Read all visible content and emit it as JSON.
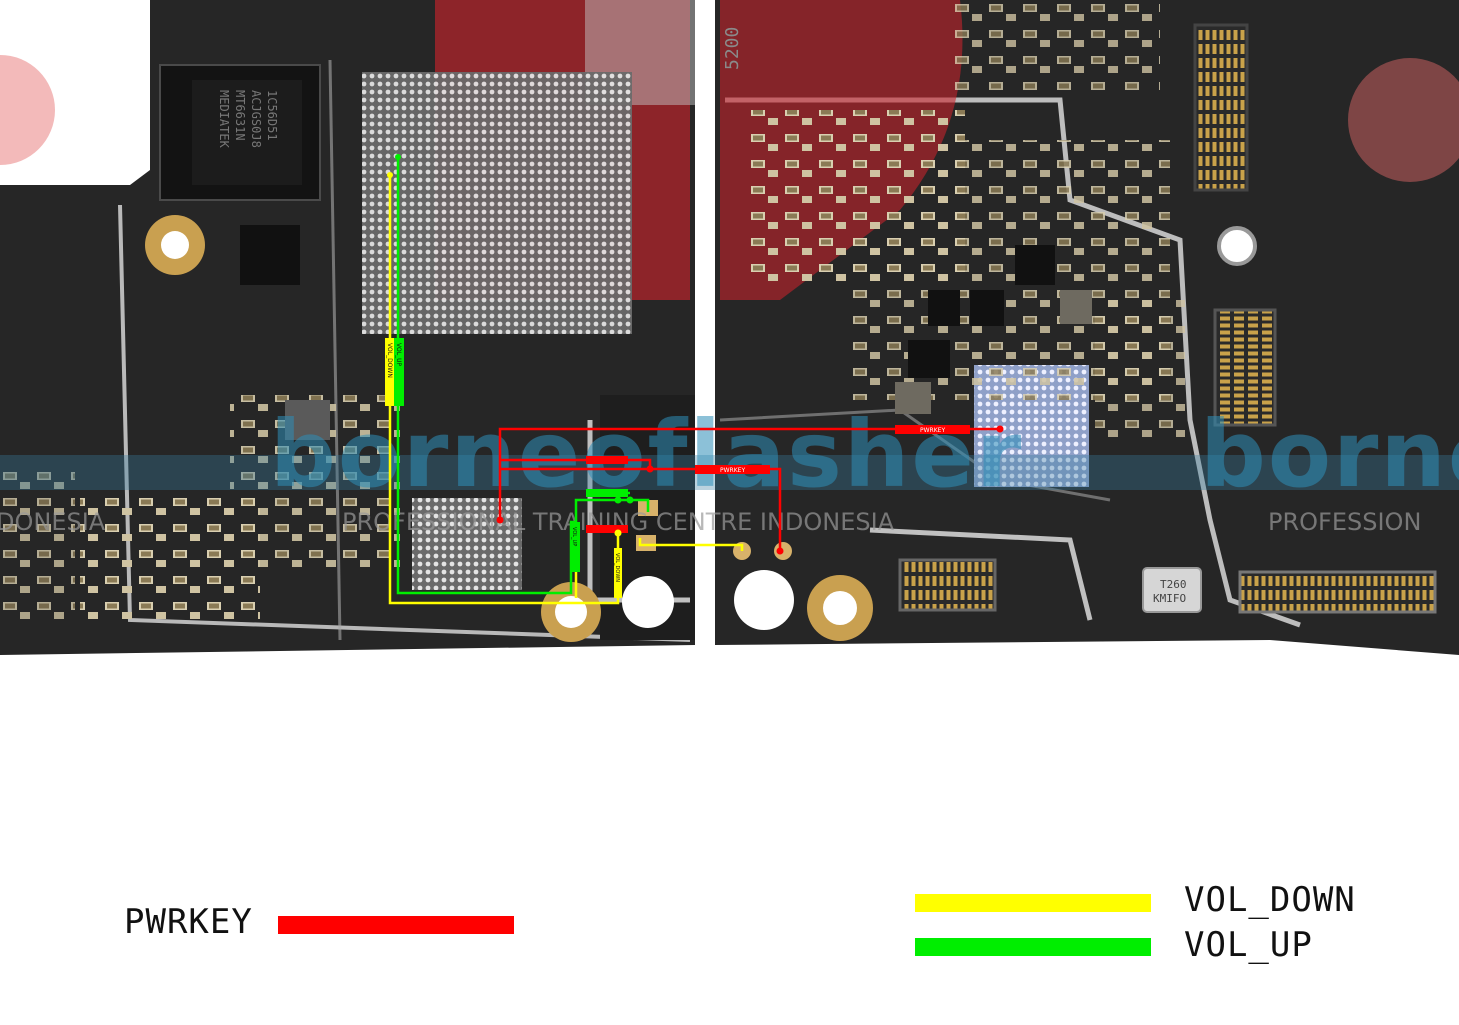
{
  "watermark": {
    "brand": "borneoflasher",
    "tagline_fragments": [
      "DONESIA",
      "PROFESSIONAL TRAINING CENTRE INDONESIA",
      "PROFESSION"
    ],
    "brand_colors": {
      "orange": "#e8892e",
      "blue": "#2f8fb8",
      "red": "#d63a3a"
    }
  },
  "board": {
    "chip_marking": [
      "MEDIATEK",
      "MT6631N",
      "ACJGS0J8",
      "1C56D51"
    ],
    "crystal_marking": [
      "T260",
      "KMIFO"
    ],
    "partial_marking": "5200",
    "trace_labels": {
      "pwrkey_main": "PWRKEY",
      "pwrkey_small": "PWRKEY",
      "vol_down_vertical": "VOL_DOWN",
      "vol_up_vertical": "VOL_UP",
      "vol_down_small": "VOL_DOWN",
      "vol_up_small": "VOL_UP"
    }
  },
  "legend": {
    "items": [
      {
        "id": "pwrkey",
        "label": "PWRKEY",
        "color": "#ff0000"
      },
      {
        "id": "vol_down",
        "label": "VOL_DOWN",
        "color": "#ffff00"
      },
      {
        "id": "vol_up",
        "label": "VOL_UP",
        "color": "#00ee00"
      }
    ]
  }
}
